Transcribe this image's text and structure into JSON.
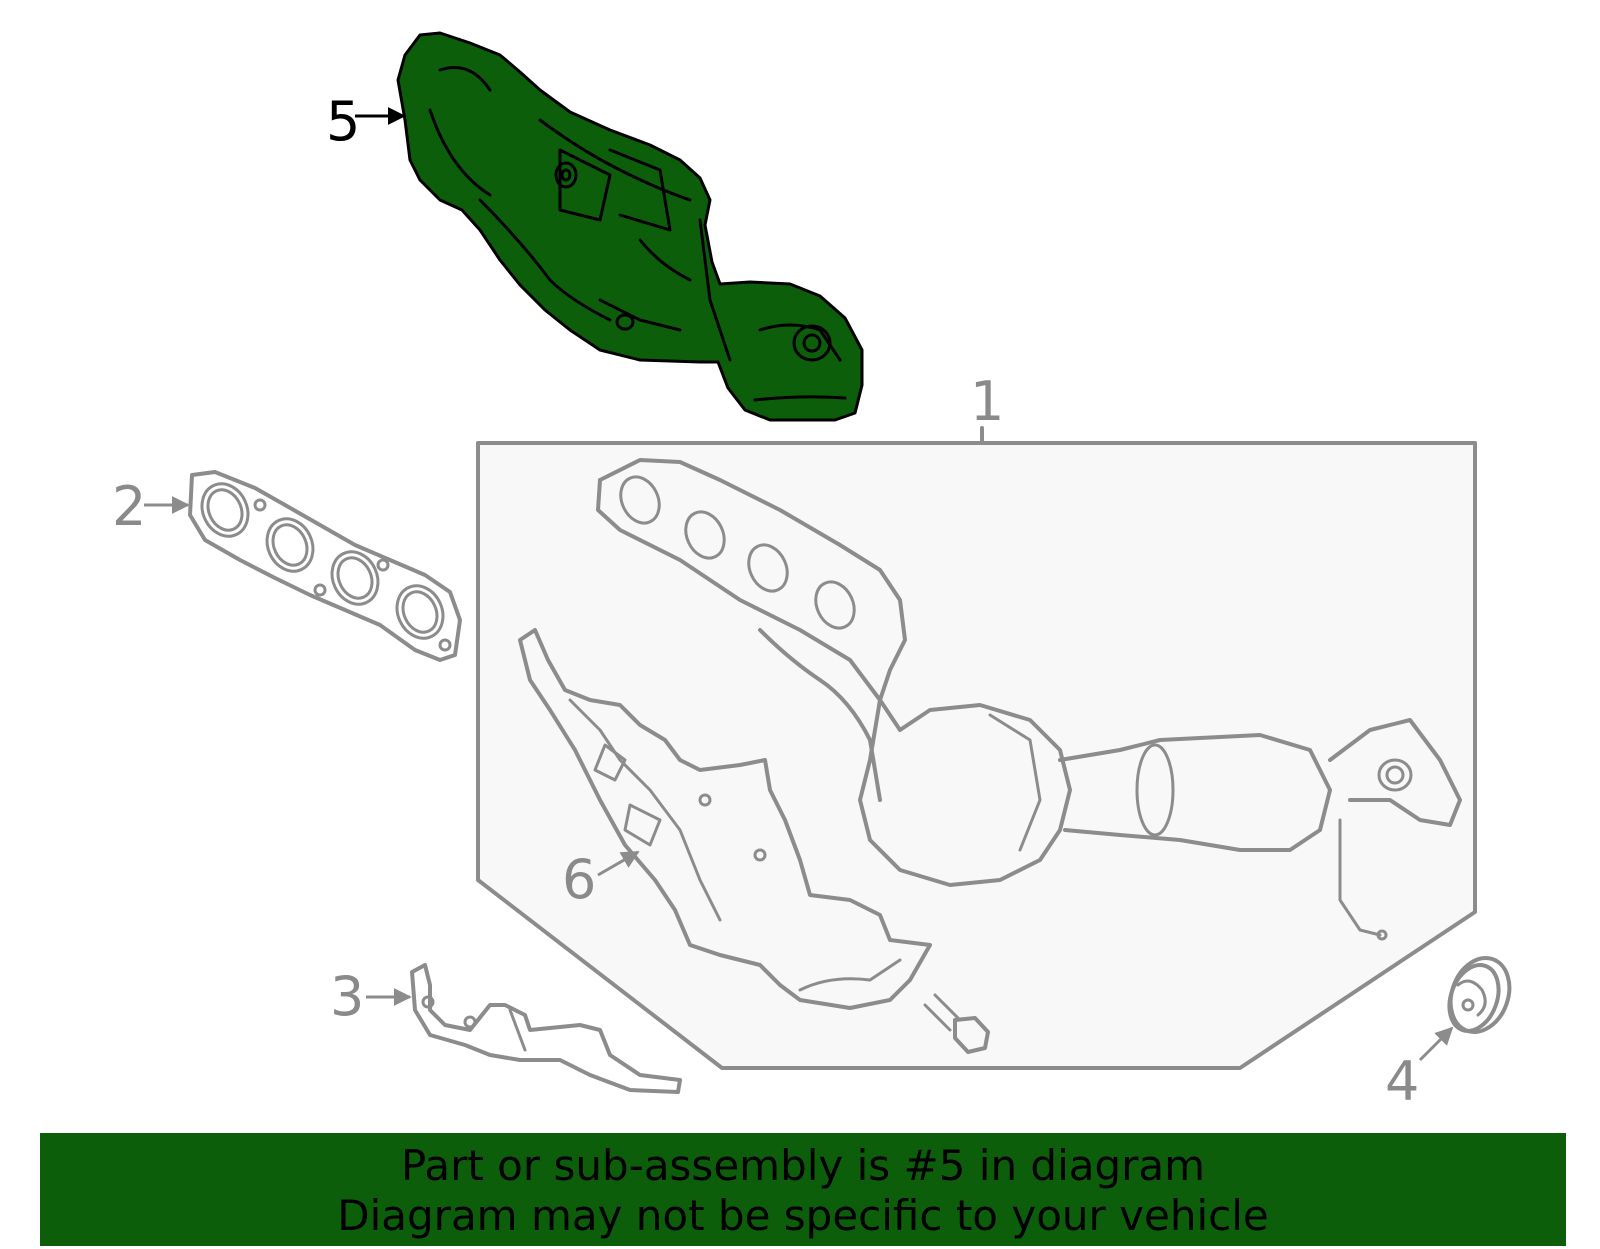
{
  "diagram": {
    "callouts": {
      "c1": "1",
      "c2": "2",
      "c3": "3",
      "c4": "4",
      "c5": "5",
      "c6": "6"
    },
    "highlight_color": "#0d5e0b",
    "highlighted_part": "5"
  },
  "banner": {
    "line1": "Part or sub-assembly is #5 in diagram",
    "line2": "Diagram may not be specific to your vehicle"
  }
}
